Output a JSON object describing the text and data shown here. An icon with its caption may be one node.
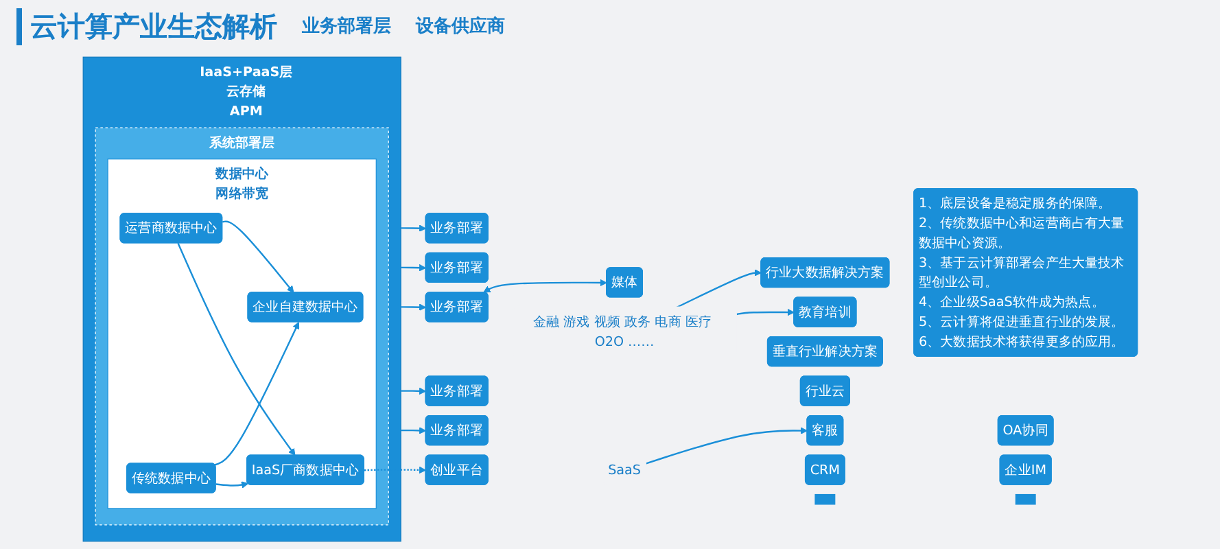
{
  "diagram": {
    "title": "云计算产业生态解析",
    "nodes": [
      {
        "text": [
          "IaaS+PaaS层",
          "云存储",
          "APM"
        ]
      },
      {
        "text": [
          "系统部署层"
        ],
        "in": 0
      },
      {
        "text": [
          "数据中心",
          "网络带宽"
        ],
        "in": 1
      },
      {
        "text": [
          "企业自建数据中心"
        ],
        "in": 2
      },
      {
        "text": [
          "运营商数据中心"
        ],
        "in": 2
      },
      {
        "text": [
          "传统数据中心"
        ],
        "in": 2
      },
      {
        "text": [
          "IaaS厂商数据中心"
        ],
        "in": 2
      },
      {
        "text": [
          "业务部署"
        ]
      },
      {
        "text": [
          "业务部署"
        ]
      },
      {
        "text": [
          "金融 游戏 视频 政务 电商 医疗 O2O ……"
        ]
      },
      {
        "text": [
          "垂直行业解决方案"
        ]
      },
      {
        "text": [
          "行业大数据解决方案"
        ]
      },
      {
        "text": [
          "行业云"
        ]
      },
      {
        "text": [
          "教育培训"
        ]
      },
      {
        "text": [
          "业务部署"
        ]
      },
      {
        "text": [
          "媒体"
        ]
      },
      {
        "text": [
          "创业平台"
        ]
      },
      {
        "text": [
          "CRM"
        ]
      },
      {
        "text": [
          "企业IM"
        ]
      },
      {
        "text": [
          "SaaS"
        ]
      },
      {
        "text": [
          "客服"
        ]
      },
      {
        "text": [
          "OA协同"
        ]
      },
      {
        "text": [
          "业务部署"
        ]
      },
      {
        "text": [
          "业务部署"
        ]
      },
      {
        "text": [],
        "shape": "box"
      },
      {
        "text": [],
        "shape": "box"
      },
      {
        "text": [
          "1、底层设备是稳定服务的保障。",
          "2、传统数据中心和运营商占有大量数据中心资源。",
          "3、基于云计算部署会产生大量技术型创业公司。",
          "4、企业级SaaS软件成为热点。",
          "5、云计算将促进垂直行业的发展。",
          "6、大数据技术将获得更多的应用。"
        ]
      }
    ],
    "edges": [
      {
        "from": 4,
        "to": 3,
        "arrow": "to"
      },
      {
        "from": 5,
        "to": 3,
        "arrow": "to"
      },
      {
        "from": 4,
        "to": 6,
        "arrow": "to"
      },
      {
        "from": 5,
        "to": 6,
        "arrow": "to"
      },
      {
        "from": 0,
        "to": 7,
        "arrow": "to"
      },
      {
        "from": 0,
        "to": 8,
        "arrow": "to"
      },
      {
        "from": 0,
        "to": 14,
        "arrow": "to"
      },
      {
        "from": 0,
        "to": 22,
        "arrow": "to"
      },
      {
        "from": 0,
        "to": 23,
        "arrow": "to"
      },
      {
        "from": 6,
        "to": 16,
        "arrow": "to",
        "style": "dashed"
      },
      {
        "from": 9,
        "to": 11,
        "arrow": "to"
      },
      {
        "from": 9,
        "to": 13,
        "arrow": "to"
      },
      {
        "from": 14,
        "to": 15,
        "arrow": "both"
      },
      {
        "from": 19,
        "to": 20,
        "arrow": "to"
      }
    ],
    "labels": [
      "业务部署层",
      "设备供应商"
    ]
  }
}
